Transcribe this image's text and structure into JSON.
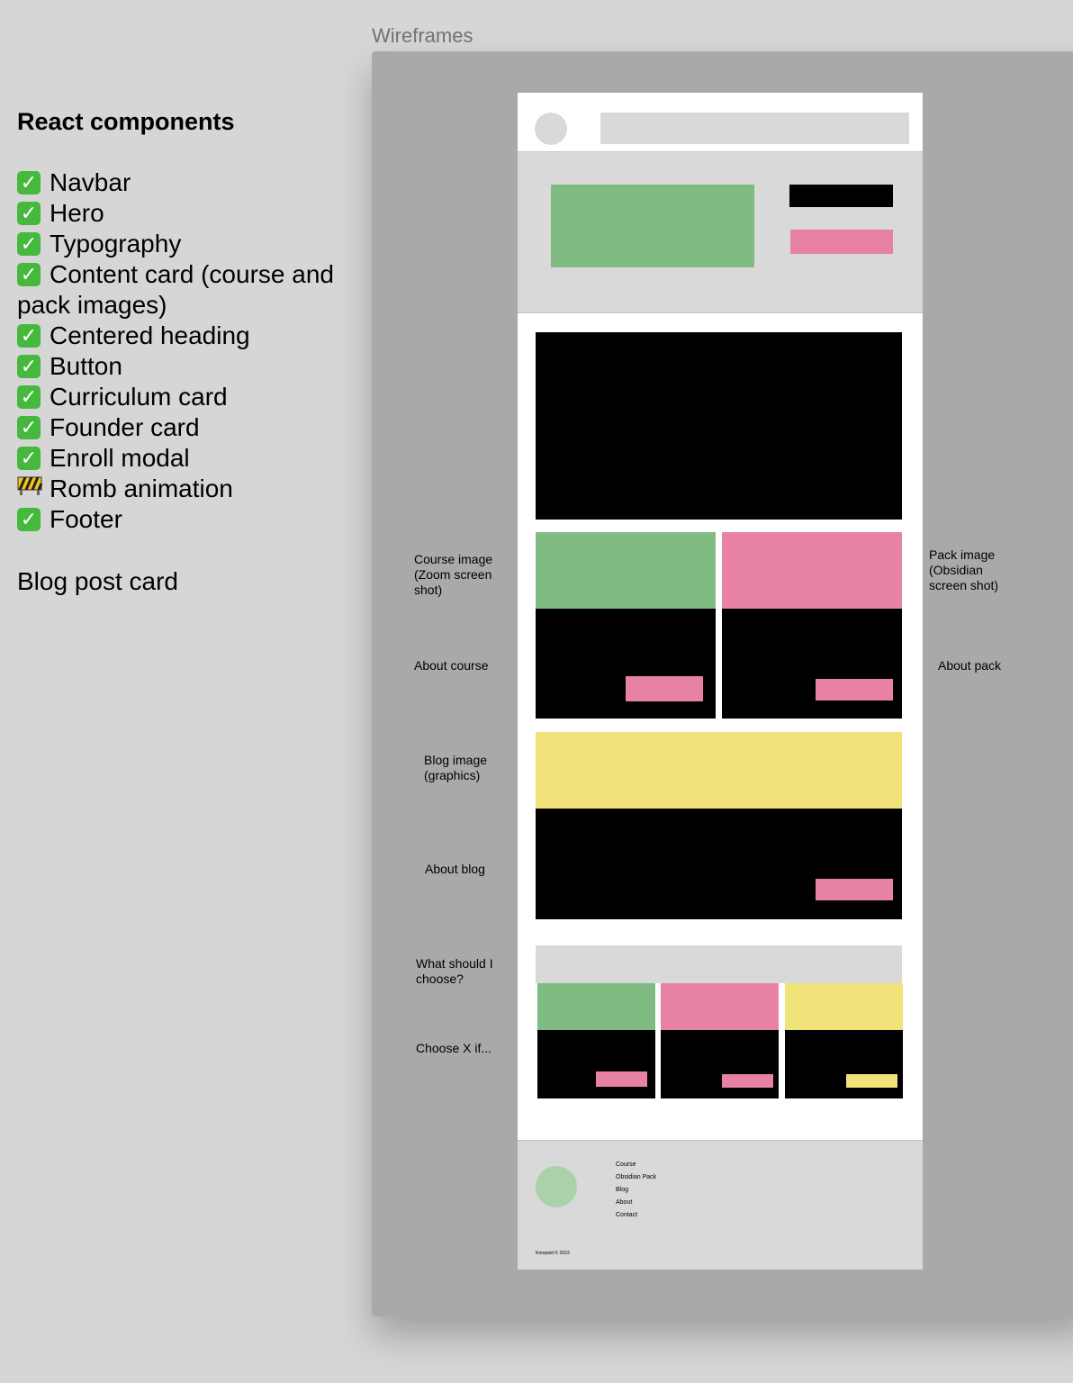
{
  "notes": {
    "title": "React components",
    "items": [
      {
        "label": "Navbar",
        "icon": "checkmark-icon",
        "done": true
      },
      {
        "label": "Hero",
        "icon": "checkmark-icon",
        "done": true
      },
      {
        "label": "Typography",
        "icon": "checkmark-icon",
        "done": true
      },
      {
        "label": "Content card (course and pack images)",
        "icon": "checkmark-icon",
        "done": true
      },
      {
        "label": "Centered heading",
        "icon": "checkmark-icon",
        "done": true
      },
      {
        "label": "Button",
        "icon": "checkmark-icon",
        "done": true
      },
      {
        "label": "Curriculum card",
        "icon": "checkmark-icon",
        "done": true
      },
      {
        "label": "Founder card",
        "icon": "checkmark-icon",
        "done": true
      },
      {
        "label": "Enroll modal",
        "icon": "checkmark-icon",
        "done": true
      },
      {
        "label": "Romb animation",
        "icon": "construction-icon",
        "done": false
      },
      {
        "label": "Footer",
        "icon": "checkmark-icon",
        "done": true
      }
    ],
    "extra": "Blog post card"
  },
  "frame": {
    "label": "Wireframes"
  },
  "annotations": {
    "course_image": "Course image\n(Zoom screen\nshot)",
    "pack_image": "Pack image\n(Obsidian\nscreen shot)",
    "about_course": "About course",
    "about_pack": "About pack",
    "blog_image": "Blog image\n(graphics)",
    "about_blog": "About blog",
    "what_choose": "What should I\nchoose?",
    "choose_x": "Choose X if..."
  },
  "footer": {
    "links": [
      "Course",
      "Obsidian Pack",
      "Blog",
      "About",
      "Contact"
    ],
    "copyright": "Korepeid © 2023"
  },
  "colors": {
    "canvas": "#d6d6d6",
    "frame": "#aaa9aa",
    "green": "#80bc81",
    "pink": "#e882a3",
    "yellow": "#efe37a",
    "check": "#45b83d"
  }
}
